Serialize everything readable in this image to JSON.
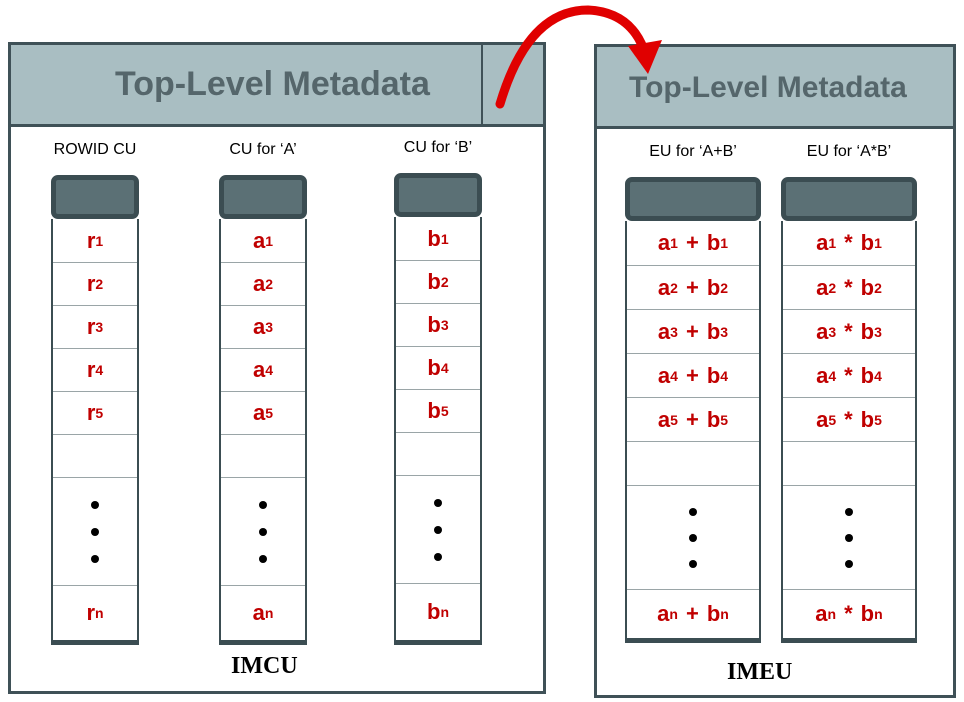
{
  "imcu": {
    "header_title": "Top-Level Metadata",
    "footer_label": "IMCU",
    "columns": [
      {
        "header": "ROWID CU",
        "items": [
          {
            "base": "r",
            "sub": "1"
          },
          {
            "base": "r",
            "sub": "2"
          },
          {
            "base": "r",
            "sub": "3"
          },
          {
            "base": "r",
            "sub": "4"
          },
          {
            "base": "r",
            "sub": "5"
          }
        ],
        "last": {
          "base": "r",
          "sub": "n"
        }
      },
      {
        "header": "CU for ‘A’",
        "items": [
          {
            "base": "a",
            "sub": "1"
          },
          {
            "base": "a",
            "sub": "2"
          },
          {
            "base": "a",
            "sub": "3"
          },
          {
            "base": "a",
            "sub": "4"
          },
          {
            "base": "a",
            "sub": "5"
          }
        ],
        "last": {
          "base": "a",
          "sub": "n"
        }
      },
      {
        "header": "CU for ‘B’",
        "items": [
          {
            "base": "b",
            "sub": "1"
          },
          {
            "base": "b",
            "sub": "2"
          },
          {
            "base": "b",
            "sub": "3"
          },
          {
            "base": "b",
            "sub": "4"
          },
          {
            "base": "b",
            "sub": "5"
          }
        ],
        "last": {
          "base": "b",
          "sub": "n"
        }
      }
    ]
  },
  "imeu": {
    "header_title": "Top-Level Metadata",
    "footer_label": "IMEU",
    "columns": [
      {
        "header": "EU for ‘A+B’",
        "operator": "+",
        "items": [
          {
            "left": "a",
            "right": "b",
            "sub": "1"
          },
          {
            "left": "a",
            "right": "b",
            "sub": "2"
          },
          {
            "left": "a",
            "right": "b",
            "sub": "3"
          },
          {
            "left": "a",
            "right": "b",
            "sub": "4"
          },
          {
            "left": "a",
            "right": "b",
            "sub": "5"
          }
        ],
        "last": {
          "left": "a",
          "right": "b",
          "sub": "n"
        }
      },
      {
        "header": "EU for ‘A*B’",
        "operator": "*",
        "items": [
          {
            "left": "a",
            "right": "b",
            "sub": "1"
          },
          {
            "left": "a",
            "right": "b",
            "sub": "2"
          },
          {
            "left": "a",
            "right": "b",
            "sub": "3"
          },
          {
            "left": "a",
            "right": "b",
            "sub": "4"
          },
          {
            "left": "a",
            "right": "b",
            "sub": "5"
          }
        ],
        "last": {
          "left": "a",
          "right": "b",
          "sub": "n"
        }
      }
    ]
  },
  "colors": {
    "cell_text": "#c00000",
    "header_band": "#a9bec2",
    "header_text": "#55666b",
    "cap_fill": "#5b7075",
    "border": "#3f5157",
    "arrow": "#e00000"
  }
}
